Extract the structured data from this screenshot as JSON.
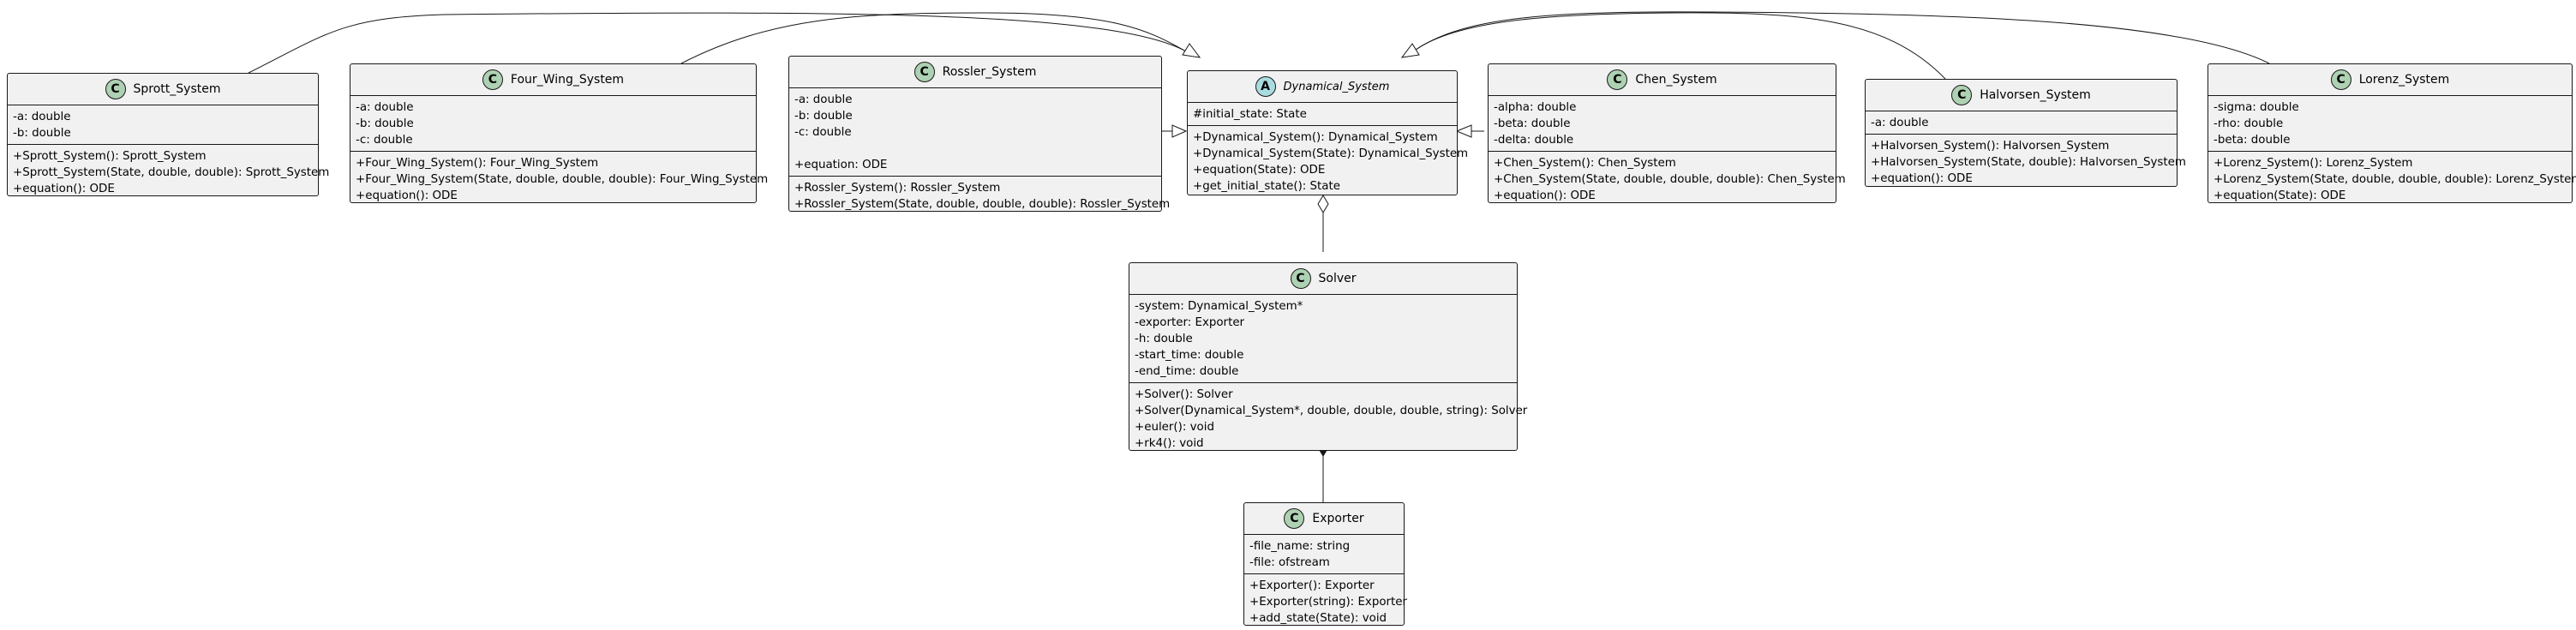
{
  "classes": {
    "sprott": {
      "name": "Sprott_System",
      "badge": "C",
      "attributes": [
        "-a: double",
        "-b: double"
      ],
      "methods": [
        "+Sprott_System(): Sprott_System",
        "+Sprott_System(State, double, double): Sprott_System",
        "+equation(): ODE"
      ]
    },
    "four_wing": {
      "name": "Four_Wing_System",
      "badge": "C",
      "attributes": [
        "-a: double",
        "-b: double",
        "-c: double"
      ],
      "methods": [
        "+Four_Wing_System(): Four_Wing_System",
        "+Four_Wing_System(State, double, double, double): Four_Wing_System",
        "+equation(): ODE"
      ]
    },
    "rossler": {
      "name": "Rossler_System",
      "badge": "C",
      "attributes": [
        "-a: double",
        "-b: double",
        "-c: double",
        "",
        "+equation: ODE"
      ],
      "methods": [
        "+Rossler_System(): Rossler_System",
        "+Rossler_System(State, double, double, double): Rossler_System"
      ]
    },
    "dynamical": {
      "name": "Dynamical_System",
      "badge": "A",
      "attributes": [
        "#initial_state: State"
      ],
      "methods": [
        "+Dynamical_System(): Dynamical_System",
        "+Dynamical_System(State): Dynamical_System",
        "+equation(State): ODE",
        "+get_initial_state(): State"
      ]
    },
    "chen": {
      "name": "Chen_System",
      "badge": "C",
      "attributes": [
        "-alpha: double",
        "-beta: double",
        "-delta: double"
      ],
      "methods": [
        "+Chen_System(): Chen_System",
        "+Chen_System(State, double, double, double): Chen_System",
        "+equation(): ODE"
      ]
    },
    "halvorsen": {
      "name": "Halvorsen_System",
      "badge": "C",
      "attributes": [
        "-a: double"
      ],
      "methods": [
        "+Halvorsen_System(): Halvorsen_System",
        "+Halvorsen_System(State, double): Halvorsen_System",
        "+equation(): ODE"
      ]
    },
    "lorenz": {
      "name": "Lorenz_System",
      "badge": "C",
      "attributes": [
        "-sigma: double",
        "-rho: double",
        "-beta: double"
      ],
      "methods": [
        "+Lorenz_System(): Lorenz_System",
        "+Lorenz_System(State, double, double, double): Lorenz_System",
        "+equation(State): ODE"
      ]
    },
    "solver": {
      "name": "Solver",
      "badge": "C",
      "attributes": [
        "-system: Dynamical_System*",
        "-exporter: Exporter",
        "-h: double",
        "-start_time: double",
        "-end_time: double"
      ],
      "methods": [
        "+Solver(): Solver",
        "+Solver(Dynamical_System*, double, double, double, string): Solver",
        "+euler(): void",
        "+rk4(): void"
      ]
    },
    "exporter": {
      "name": "Exporter",
      "badge": "C",
      "attributes": [
        "-file_name: string",
        "-file: ofstream"
      ],
      "methods": [
        "+Exporter(): Exporter",
        "+Exporter(string): Exporter",
        "+add_state(State): void"
      ]
    }
  },
  "relationships": [
    {
      "from": "Sprott_System",
      "to": "Dynamical_System",
      "type": "inheritance"
    },
    {
      "from": "Four_Wing_System",
      "to": "Dynamical_System",
      "type": "inheritance"
    },
    {
      "from": "Rossler_System",
      "to": "Dynamical_System",
      "type": "inheritance"
    },
    {
      "from": "Chen_System",
      "to": "Dynamical_System",
      "type": "inheritance"
    },
    {
      "from": "Halvorsen_System",
      "to": "Dynamical_System",
      "type": "inheritance"
    },
    {
      "from": "Lorenz_System",
      "to": "Dynamical_System",
      "type": "inheritance"
    },
    {
      "from": "Solver",
      "to": "Dynamical_System",
      "type": "aggregation"
    },
    {
      "from": "Solver",
      "to": "Exporter",
      "type": "composition"
    }
  ],
  "colors": {
    "class_fill": "#f1f1f1",
    "border": "#181818",
    "class_badge": "#add1b2",
    "abstract_badge": "#a9dcdf"
  }
}
